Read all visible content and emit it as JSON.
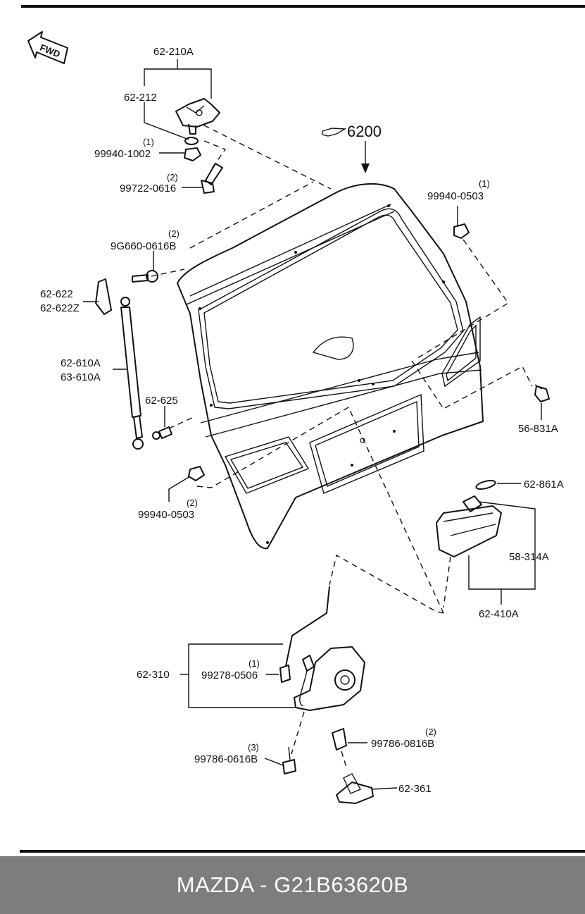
{
  "diagram": {
    "direction_label": "FWD",
    "assembly_ref": "6200",
    "parts": [
      {
        "id": "62-210A"
      },
      {
        "id": "62-212"
      },
      {
        "id": "99940-1002",
        "qty": "(1)"
      },
      {
        "id": "99722-0616",
        "qty": "(2)"
      },
      {
        "id": "99940-0503",
        "qty": "(1)"
      },
      {
        "id": "9G660-0616B",
        "qty": "(2)"
      },
      {
        "id": "62-622"
      },
      {
        "id": "62-622Z"
      },
      {
        "id": "62-610A"
      },
      {
        "id": "63-610A"
      },
      {
        "id": "62-625"
      },
      {
        "id": "56-831A"
      },
      {
        "id": "62-861A"
      },
      {
        "id": "99940-0503",
        "qty": "(2)"
      },
      {
        "id": "58-314A"
      },
      {
        "id": "62-410A"
      },
      {
        "id": "62-310"
      },
      {
        "id": "99278-0506",
        "qty": "(1)"
      },
      {
        "id": "99786-0816B",
        "qty": "(2)"
      },
      {
        "id": "99786-0616B",
        "qty": "(3)"
      },
      {
        "id": "62-361"
      }
    ]
  },
  "footer": {
    "text": "MAZDA - G21B63620B"
  },
  "colors": {
    "footer_bg": "#7d7d7d",
    "ink": "#111111",
    "footer_text": "#ffffff"
  }
}
